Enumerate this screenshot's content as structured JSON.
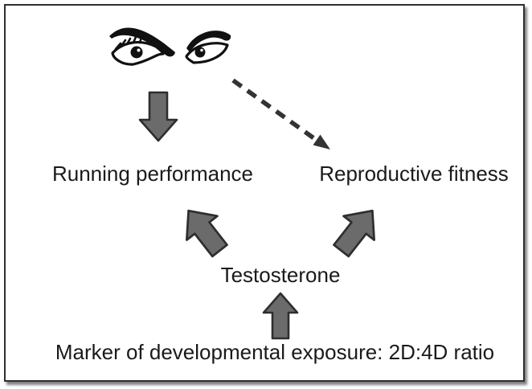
{
  "diagram": {
    "title": "2D:4D ratio, testosterone, running performance and reproductive fitness concept diagram",
    "nodes": {
      "running_performance": {
        "label": "Running performance"
      },
      "reproductive_fitness": {
        "label": "Reproductive fitness"
      },
      "testosterone": {
        "label": "Testosterone"
      },
      "marker": {
        "label": "Marker of developmental exposure: 2D:4D ratio"
      }
    },
    "icons": [
      {
        "name": "eyes-icon",
        "meaning": "stylized pair of female eyes (observer/attractiveness)"
      }
    ],
    "edges": [
      {
        "from": "eyes",
        "to": "running_performance",
        "style": "solid-block-arrow",
        "direction": "down"
      },
      {
        "from": "eyes",
        "to": "reproductive_fitness",
        "style": "dashed-line-arrow",
        "direction": "down-right"
      },
      {
        "from": "testosterone",
        "to": "running_performance",
        "style": "solid-block-arrow",
        "direction": "up-left"
      },
      {
        "from": "testosterone",
        "to": "reproductive_fitness",
        "style": "solid-block-arrow",
        "direction": "up-right"
      },
      {
        "from": "marker",
        "to": "testosterone",
        "style": "solid-block-arrow",
        "direction": "up"
      }
    ],
    "colors": {
      "background": "#ffffff",
      "frame_border": "#2f2f2f",
      "arrow_fill": "#6b6b6b",
      "arrow_outline": "#2e2e2e",
      "dashed_arrow": "#333333",
      "text": "#1a1a1a"
    }
  }
}
